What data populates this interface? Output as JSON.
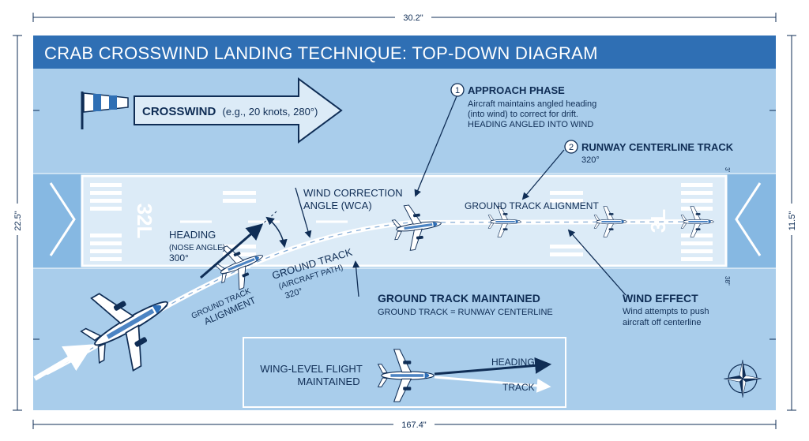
{
  "title": "CRAB CROSSWIND LANDING TECHNIQUE: TOP-DOWN DIAGRAM",
  "dimensions": {
    "top_width": "30.2\"",
    "bottom_width": "167.4\"",
    "left_height": "22.5\"",
    "right_height": "11.5\"",
    "small_top": "3'",
    "small_bottom": "38\""
  },
  "crosswind": {
    "label": "CROSSWIND",
    "detail": "(e.g., 20 knots, 280°)"
  },
  "runway": {
    "number_left": "32L",
    "number_right": "3L"
  },
  "annotations": {
    "approach": {
      "num": "1",
      "title": "APPROACH PHASE",
      "line1": "Aircraft maintains angled heading",
      "line2": "(into wind) to correct for drift.",
      "line3": "HEADING ANGLED INTO WIND"
    },
    "centerline": {
      "num": "2",
      "title": "RUNWAY CENTERLINE TRACK",
      "value": "320°"
    },
    "ground_track_alignment_top": "GROUND TRACK ALIGNMENT",
    "wca": {
      "line1": "WIND CORRECTION",
      "line2": "ANGLE (WCA)"
    },
    "heading": {
      "line1": "HEADING",
      "line2": "(NOSE ANGLE)",
      "line3": "300°"
    },
    "ground_track": {
      "line1": "GROUND TRACK",
      "line2": "(AIRCRAFT PATH)",
      "line3": "320°"
    },
    "ground_track_alignment_left": {
      "line1": "GROUND TRACK",
      "line2": "ALIGNMENT"
    },
    "maintained": {
      "title": "GROUND TRACK MAINTAINED",
      "sub": "GROUND TRACK = RUNWAY CENTERLINE"
    },
    "wind_effect": {
      "title": "WIND EFFECT",
      "line1": "Wind attempts to push",
      "line2": "aircraft off centerline"
    }
  },
  "inset": {
    "line1": "WING-LEVEL FLIGHT",
    "line2": "MAINTAINED",
    "heading_label": "HEADING",
    "track_label": "TRACK"
  },
  "colors": {
    "title_bar": "#2f6fb4",
    "sky": "#a9cdeb",
    "runway_band": "#86b8e2",
    "runway_surface": "#dcebf7",
    "ink": "#0f2d55",
    "aircraft_blue": "#2d6fb8"
  }
}
